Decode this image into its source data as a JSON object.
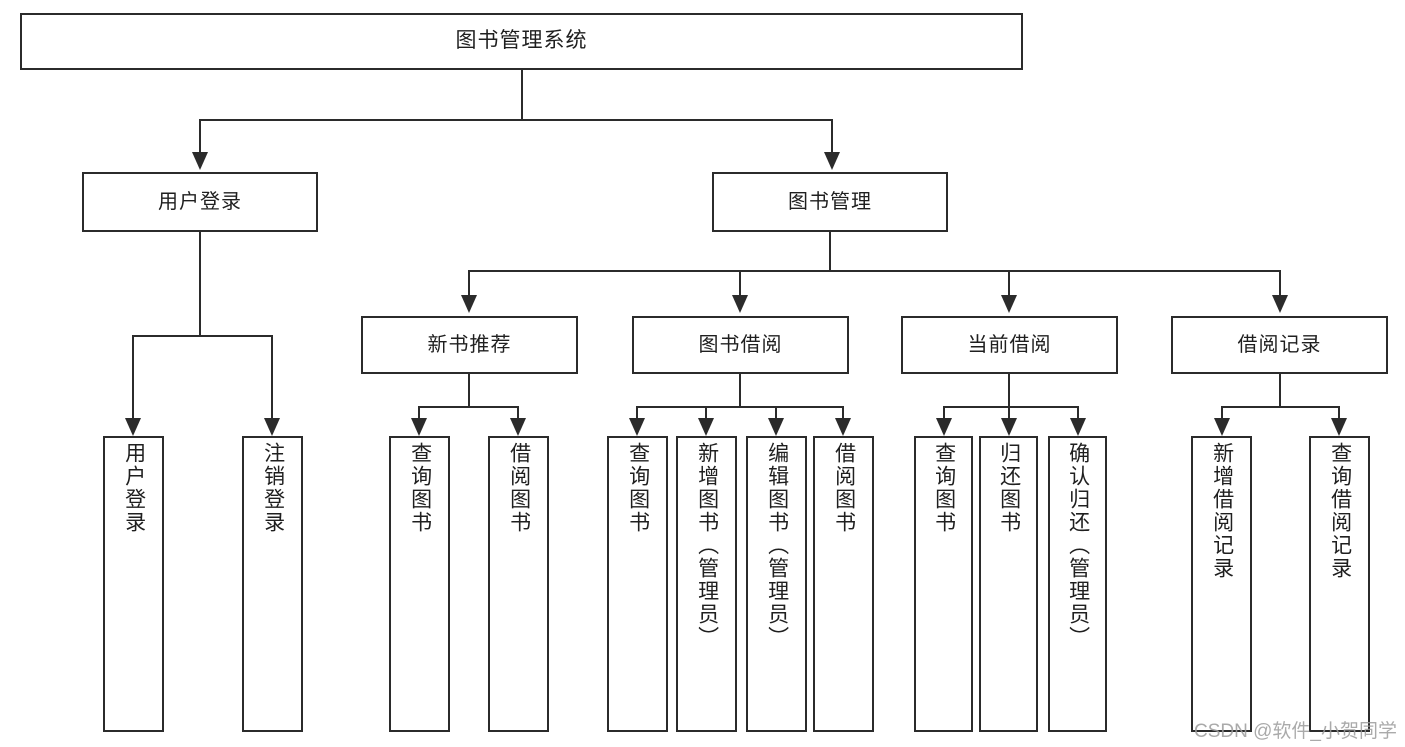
{
  "diagram": {
    "type": "tree-hierarchy",
    "title": "图书管理系统",
    "root": {
      "label": "图书管理系统"
    },
    "level2": [
      {
        "label": "用户登录"
      },
      {
        "label": "图书管理"
      }
    ],
    "level3": [
      {
        "label": "新书推荐"
      },
      {
        "label": "图书借阅"
      },
      {
        "label": "当前借阅"
      },
      {
        "label": "借阅记录"
      }
    ],
    "leaves": {
      "user_login": [
        {
          "label": "用户登录"
        },
        {
          "label": "注销登录"
        }
      ],
      "new_book_recommend": [
        {
          "label": "查询图书"
        },
        {
          "label": "借阅图书"
        }
      ],
      "book_borrow": [
        {
          "label": "查询图书"
        },
        {
          "label": "新增图书（管理员）"
        },
        {
          "label": "编辑图书（管理员）"
        },
        {
          "label": "借阅图书"
        }
      ],
      "current_borrow": [
        {
          "label": "查询图书"
        },
        {
          "label": "归还图书"
        },
        {
          "label": "确认归还（管理员）"
        }
      ],
      "borrow_record": [
        {
          "label": "新增借阅记录"
        },
        {
          "label": "查询借阅记录"
        }
      ]
    }
  },
  "watermark": {
    "text": "CSDN @软件_小贺同学"
  },
  "colors": {
    "stroke": "#2b2b2b",
    "background": "#ffffff",
    "text": "#1f1f1f",
    "watermark": "#9c9c9c"
  }
}
